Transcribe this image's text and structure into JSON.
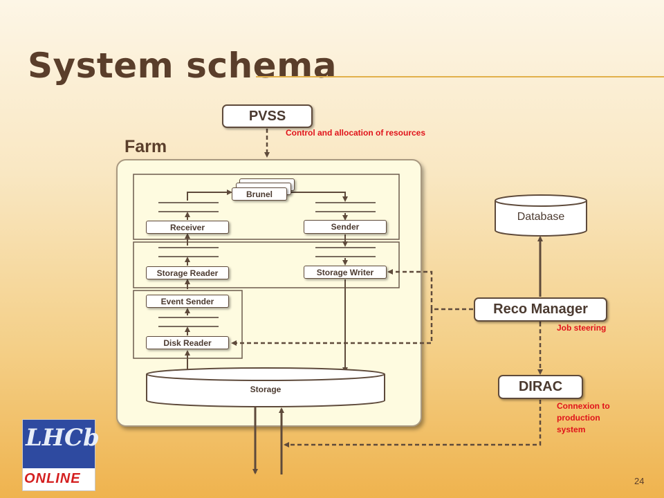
{
  "slide": {
    "title": "System schema",
    "page_number": "24"
  },
  "diagram": {
    "farm_label": "Farm",
    "nodes": {
      "pvss": "PVSS",
      "brunel": "Brunel",
      "receiver": "Receiver",
      "sender": "Sender",
      "storage_reader": "Storage Reader",
      "storage_writer": "Storage Writer",
      "event_sender": "Event Sender",
      "disk_reader": "Disk Reader",
      "storage": "Storage",
      "database": "Database",
      "reco_manager": "Reco Manager",
      "dirac": "DIRAC"
    },
    "annotations": {
      "control": "Control and allocation of resources",
      "job_steering": "Job steering",
      "connexion_lines": [
        "Connexion to",
        "production",
        "system"
      ]
    }
  },
  "logo": {
    "lhcb": "LHCb",
    "online": "ONLINE"
  },
  "colors": {
    "annotation": "#e0121a",
    "box_border": "#5e4a3b",
    "title": "#5a3e2b",
    "accent_line": "#e2b04a"
  }
}
